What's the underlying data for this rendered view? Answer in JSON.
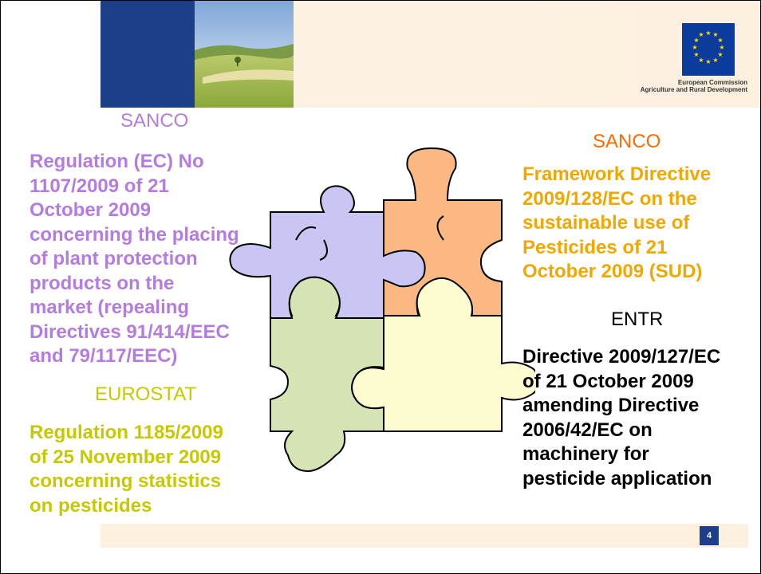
{
  "header": {
    "logo_line1": "European Commission",
    "logo_line2": "Agriculture and Rural Development"
  },
  "left_top": {
    "heading": "SANCO",
    "body": "Regulation (EC) No\n1107/2009 of 21\nOctober 2009\nconcerning the placing\nof plant protection\nproducts on the\nmarket (repealing\nDirectives 91/414/EEC\nand 79/117/EEC)"
  },
  "left_bottom": {
    "heading": "EUROSTAT",
    "body": "Regulation 1185/2009\nof 25 November 2009\nconcerning statistics\non pesticides"
  },
  "right_top": {
    "heading": "SANCO",
    "body": "Framework Directive\n2009/128/EC on the\nsustainable use of\nPesticides of 21\nOctober 2009 (SUD)"
  },
  "right_bottom": {
    "heading": "ENTR",
    "body": "Directive 2009/127/EC\nof 21 October 2009\namending Directive\n2006/42/EC on\nmachinery for\npesticide application"
  },
  "footer": {
    "page_number": "4"
  },
  "colors": {
    "purple_text": "#b57ce0",
    "orange_text": "#ff6a00",
    "gold_text": "#f0a800",
    "olive_text": "#c8c800",
    "puzzle_purple": "#c9c6f4",
    "puzzle_orange": "#fbb882",
    "puzzle_green": "#d6e3b5",
    "puzzle_yellow": "#fdfbd0",
    "header_blue": "#1d3f8a"
  }
}
